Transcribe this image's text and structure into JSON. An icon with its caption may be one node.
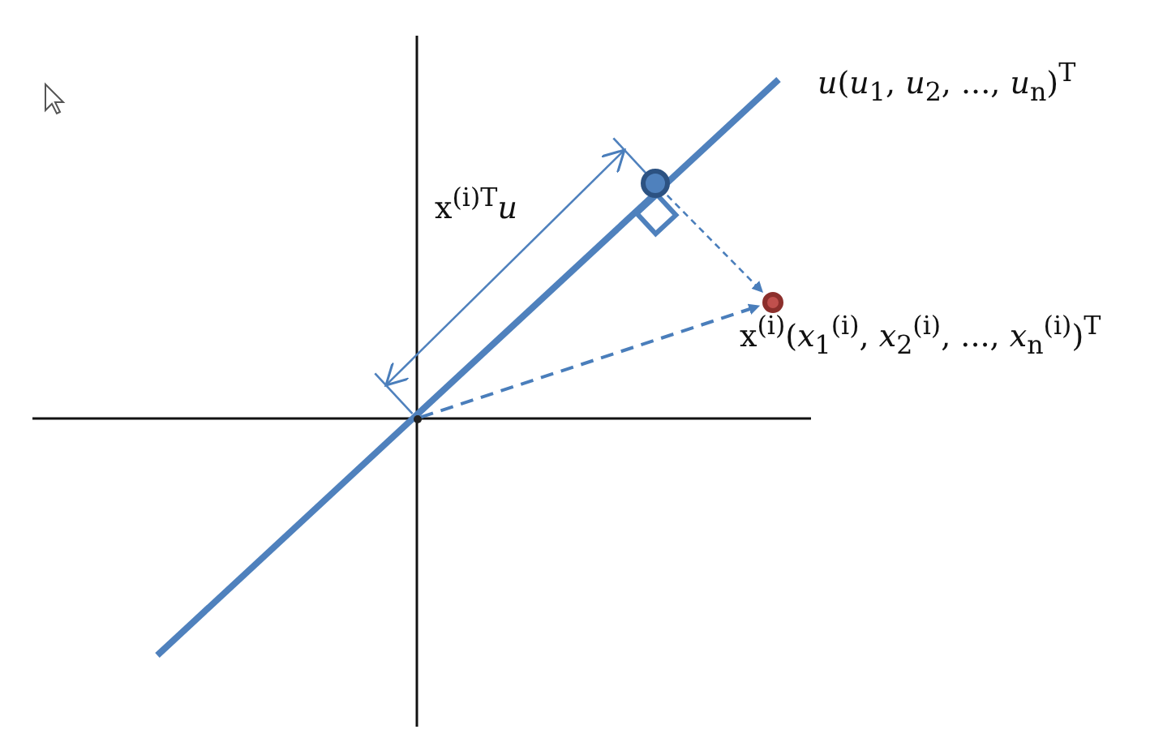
{
  "diagram": {
    "nodes": [
      {
        "text": [],
        "shape": "dot"
      },
      {
        "text": [],
        "shape": "circle"
      },
      {
        "text": [],
        "shape": "circle",
        "beside": [
          "x$^{(i)}$(*x*$_{1}$$^{(i)}$, *x*$_{2}$$^{(i)}$, ..., *x*$_{n}$$^{(i)}$)$^{T}$"
        ]
      }
    ],
    "edges": [
      {
        "from": 0,
        "to": 2,
        "arrow": "to",
        "style": "dashed"
      },
      {
        "from": 1,
        "to": 2,
        "arrow": "to",
        "style": "dashed"
      }
    ],
    "labels": [
      "*u*(*u*$_{1}$, *u*$_{2}$, ..., *u*$_{n}$)$^{T}$",
      "x$^{(i)T}$*u*"
    ]
  }
}
